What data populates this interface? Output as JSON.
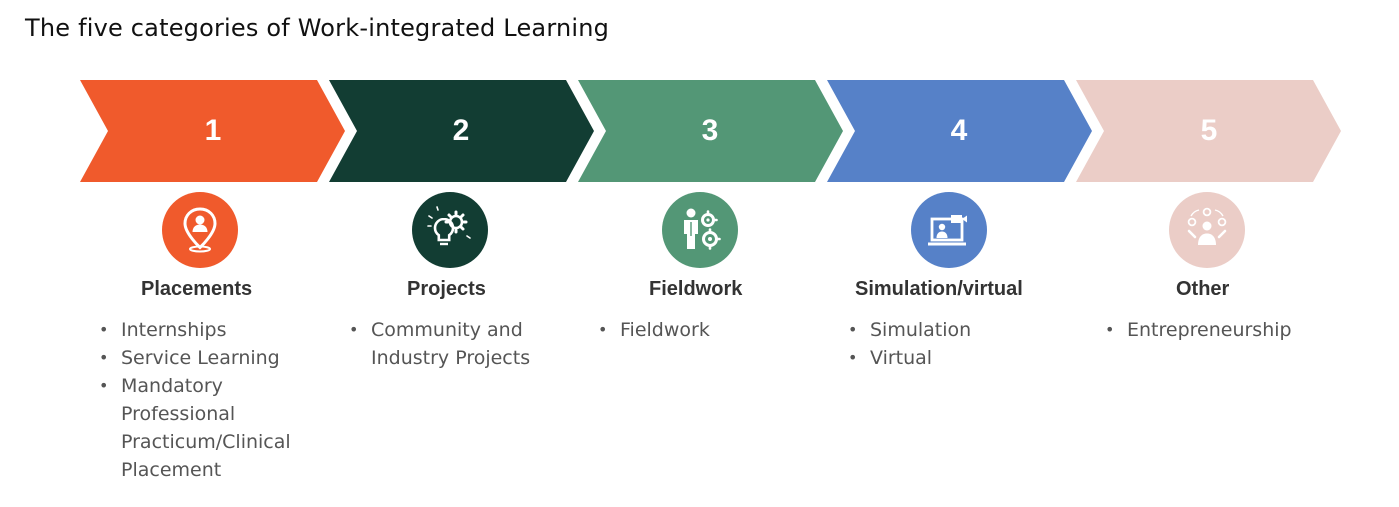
{
  "title": "The five categories of Work-integrated Learning",
  "categories": [
    {
      "number": "1",
      "color": "#f05a2c",
      "icon": "location-pin-person-icon",
      "name": "Placements",
      "items": [
        "Internships",
        "Service Learning",
        "Mandatory Professional Practicum/Clinical Placement"
      ]
    },
    {
      "number": "2",
      "color": "#123d33",
      "icon": "lightbulb-gear-icon",
      "name": "Projects",
      "items": [
        "Community and Industry Projects"
      ]
    },
    {
      "number": "3",
      "color": "#539776",
      "icon": "worker-gears-icon",
      "name": "Fieldwork",
      "items": [
        "Fieldwork"
      ]
    },
    {
      "number": "4",
      "color": "#5681c8",
      "icon": "video-call-icon",
      "name": "Simulation/virtual",
      "items": [
        "Simulation",
        "Virtual"
      ]
    },
    {
      "number": "5",
      "color": "#ebcdc7",
      "icon": "person-ideas-icon",
      "name": "Other",
      "items": [
        "Entrepreneurship"
      ]
    }
  ]
}
